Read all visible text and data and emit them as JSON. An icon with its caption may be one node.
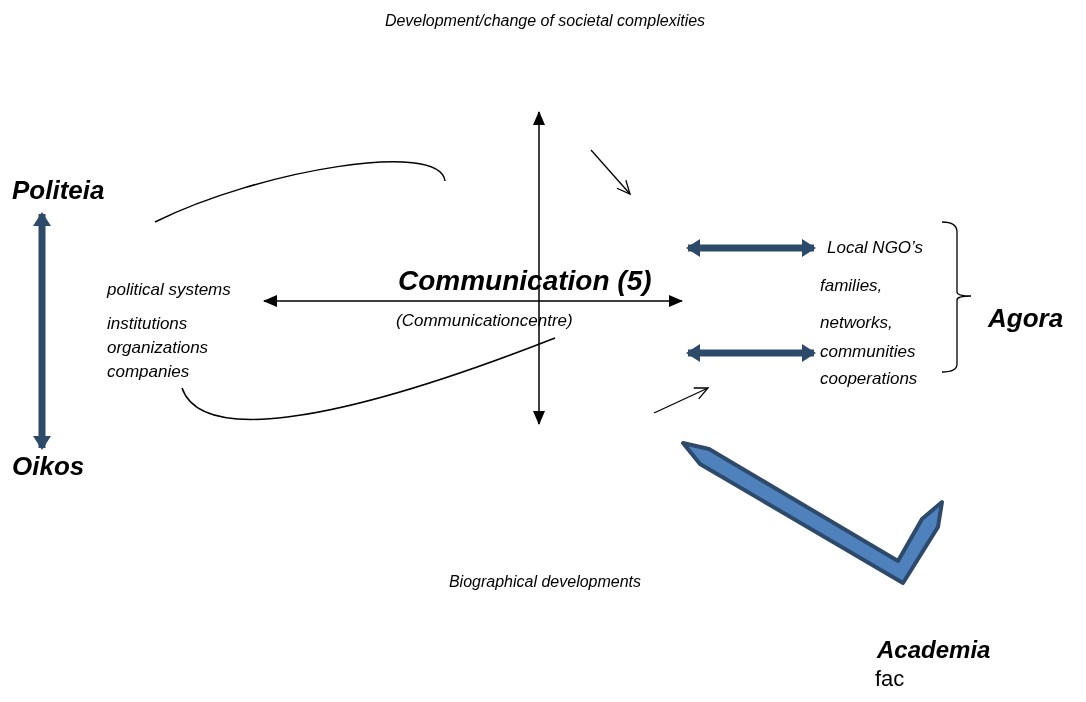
{
  "diagram": {
    "nodes": [
      {
        "text": [
          "Politeia"
        ]
      },
      {
        "text": [
          "political systems",
          "institutions",
          "organizations",
          "companies"
        ]
      },
      {
        "text": [
          "Communication (5)",
          "(Communicationcentre)"
        ]
      },
      {
        "text": [
          "Local NGO’s",
          "families,",
          "networks,",
          "communities",
          "cooperations"
        ]
      },
      {
        "text": [
          "Agora"
        ]
      },
      {
        "text": [
          "Oikos"
        ]
      },
      {
        "text": [
          "Academia",
          "fac"
        ]
      },
      {
        "text": [],
        "shape": "checkmark"
      }
    ],
    "edges": [
      {
        "from": 0,
        "to": 5,
        "arrow": "both"
      },
      {
        "from": 2,
        "to": 3,
        "arrow": "both"
      },
      {
        "from": 2,
        "to": 3,
        "arrow": "both"
      },
      {
        "from": 1,
        "to": 2,
        "arrow": "none",
        "color": "#000000"
      }
    ],
    "labels": [
      "Development/change of societal complexities",
      "Biographical developments"
    ]
  }
}
